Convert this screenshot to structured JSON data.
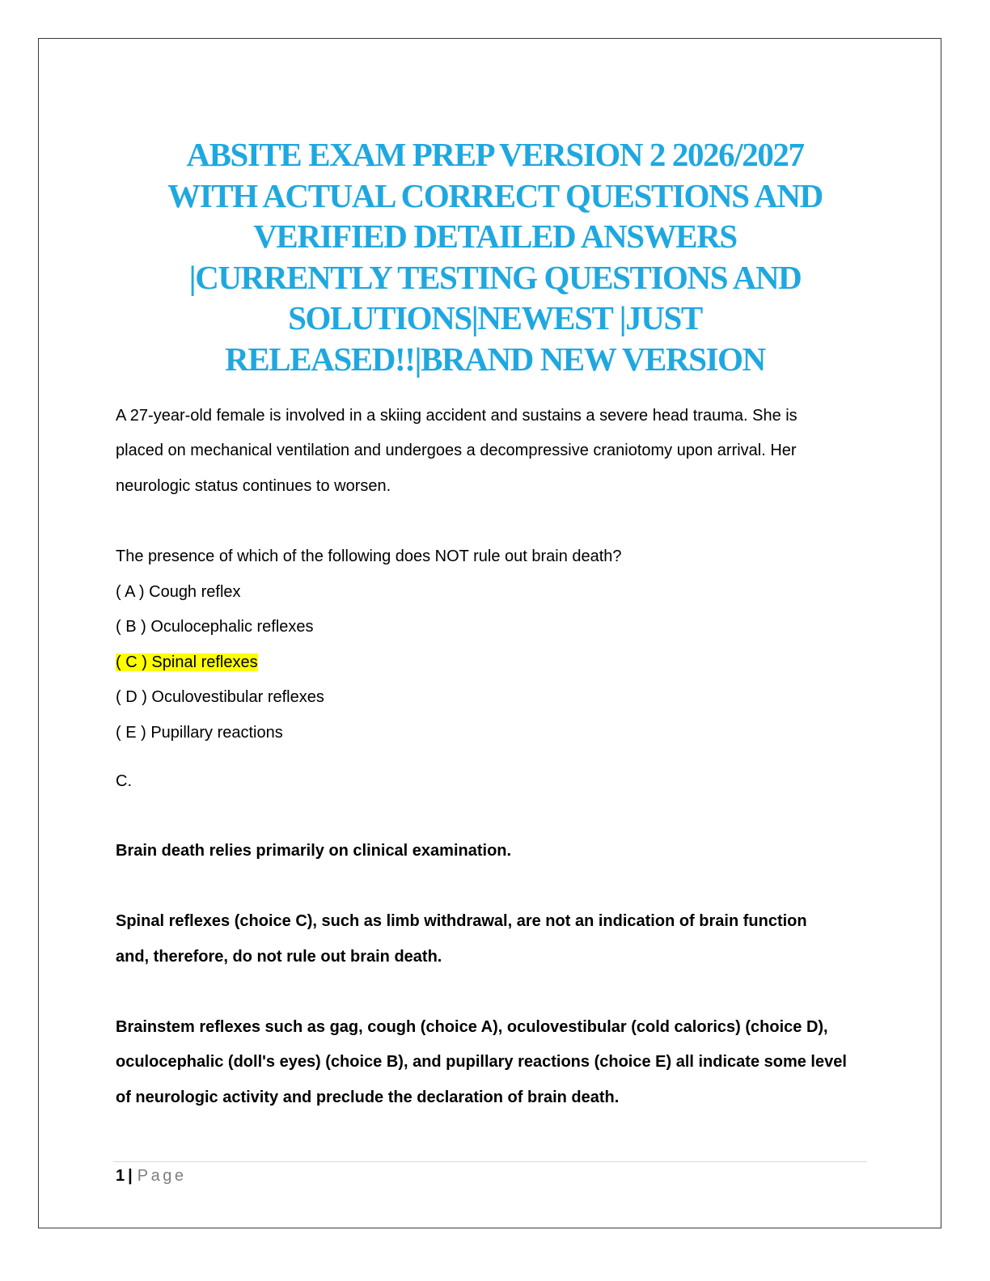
{
  "document": {
    "title_lines": [
      "ABSITE EXAM PREP VERSION 2 2026/2027",
      "WITH ACTUAL CORRECT QUESTIONS AND",
      "VERIFIED DETAILED ANSWERS",
      "|CURRENTLY TESTING QUESTIONS AND",
      "SOLUTIONS|NEWEST |JUST",
      "RELEASED!!|BRAND NEW VERSION"
    ],
    "title_color": "#1fa8e0",
    "stem_lines": [
      "A 27-year-old female is involved in a skiing accident and sustains a severe head trauma. She is",
      "placed on mechanical ventilation and undergoes a decompressive craniotomy upon arrival. Her",
      "neurologic status continues to worsen."
    ],
    "question": "The presence of which of the following does NOT rule out brain death?",
    "options": [
      "( A ) Cough reflex",
      "( B ) Oculocephalic reflexes",
      "( C ) Spinal reflexes",
      "( D ) Oculovestibular reflexes",
      "( E ) Pupillary reactions"
    ],
    "highlight_color": "#ffff00",
    "answer": "C.",
    "explanation_1": "Brain death relies primarily on clinical examination.",
    "explanation_2_lines": [
      "Spinal reflexes (choice C), such as limb withdrawal, are not an indication of brain function",
      "and, therefore, do not rule out brain death."
    ],
    "explanation_3_lines": [
      "Brainstem reflexes such as gag, cough (choice A), oculovestibular (cold calorics) (choice D),",
      "oculocephalic (doll's eyes) (choice B), and pupillary reactions (choice E) all indicate some level",
      "of neurologic activity and preclude the declaration of brain death."
    ]
  },
  "footer": {
    "page_number": "1",
    "separator": "|",
    "page_label": "Page"
  }
}
